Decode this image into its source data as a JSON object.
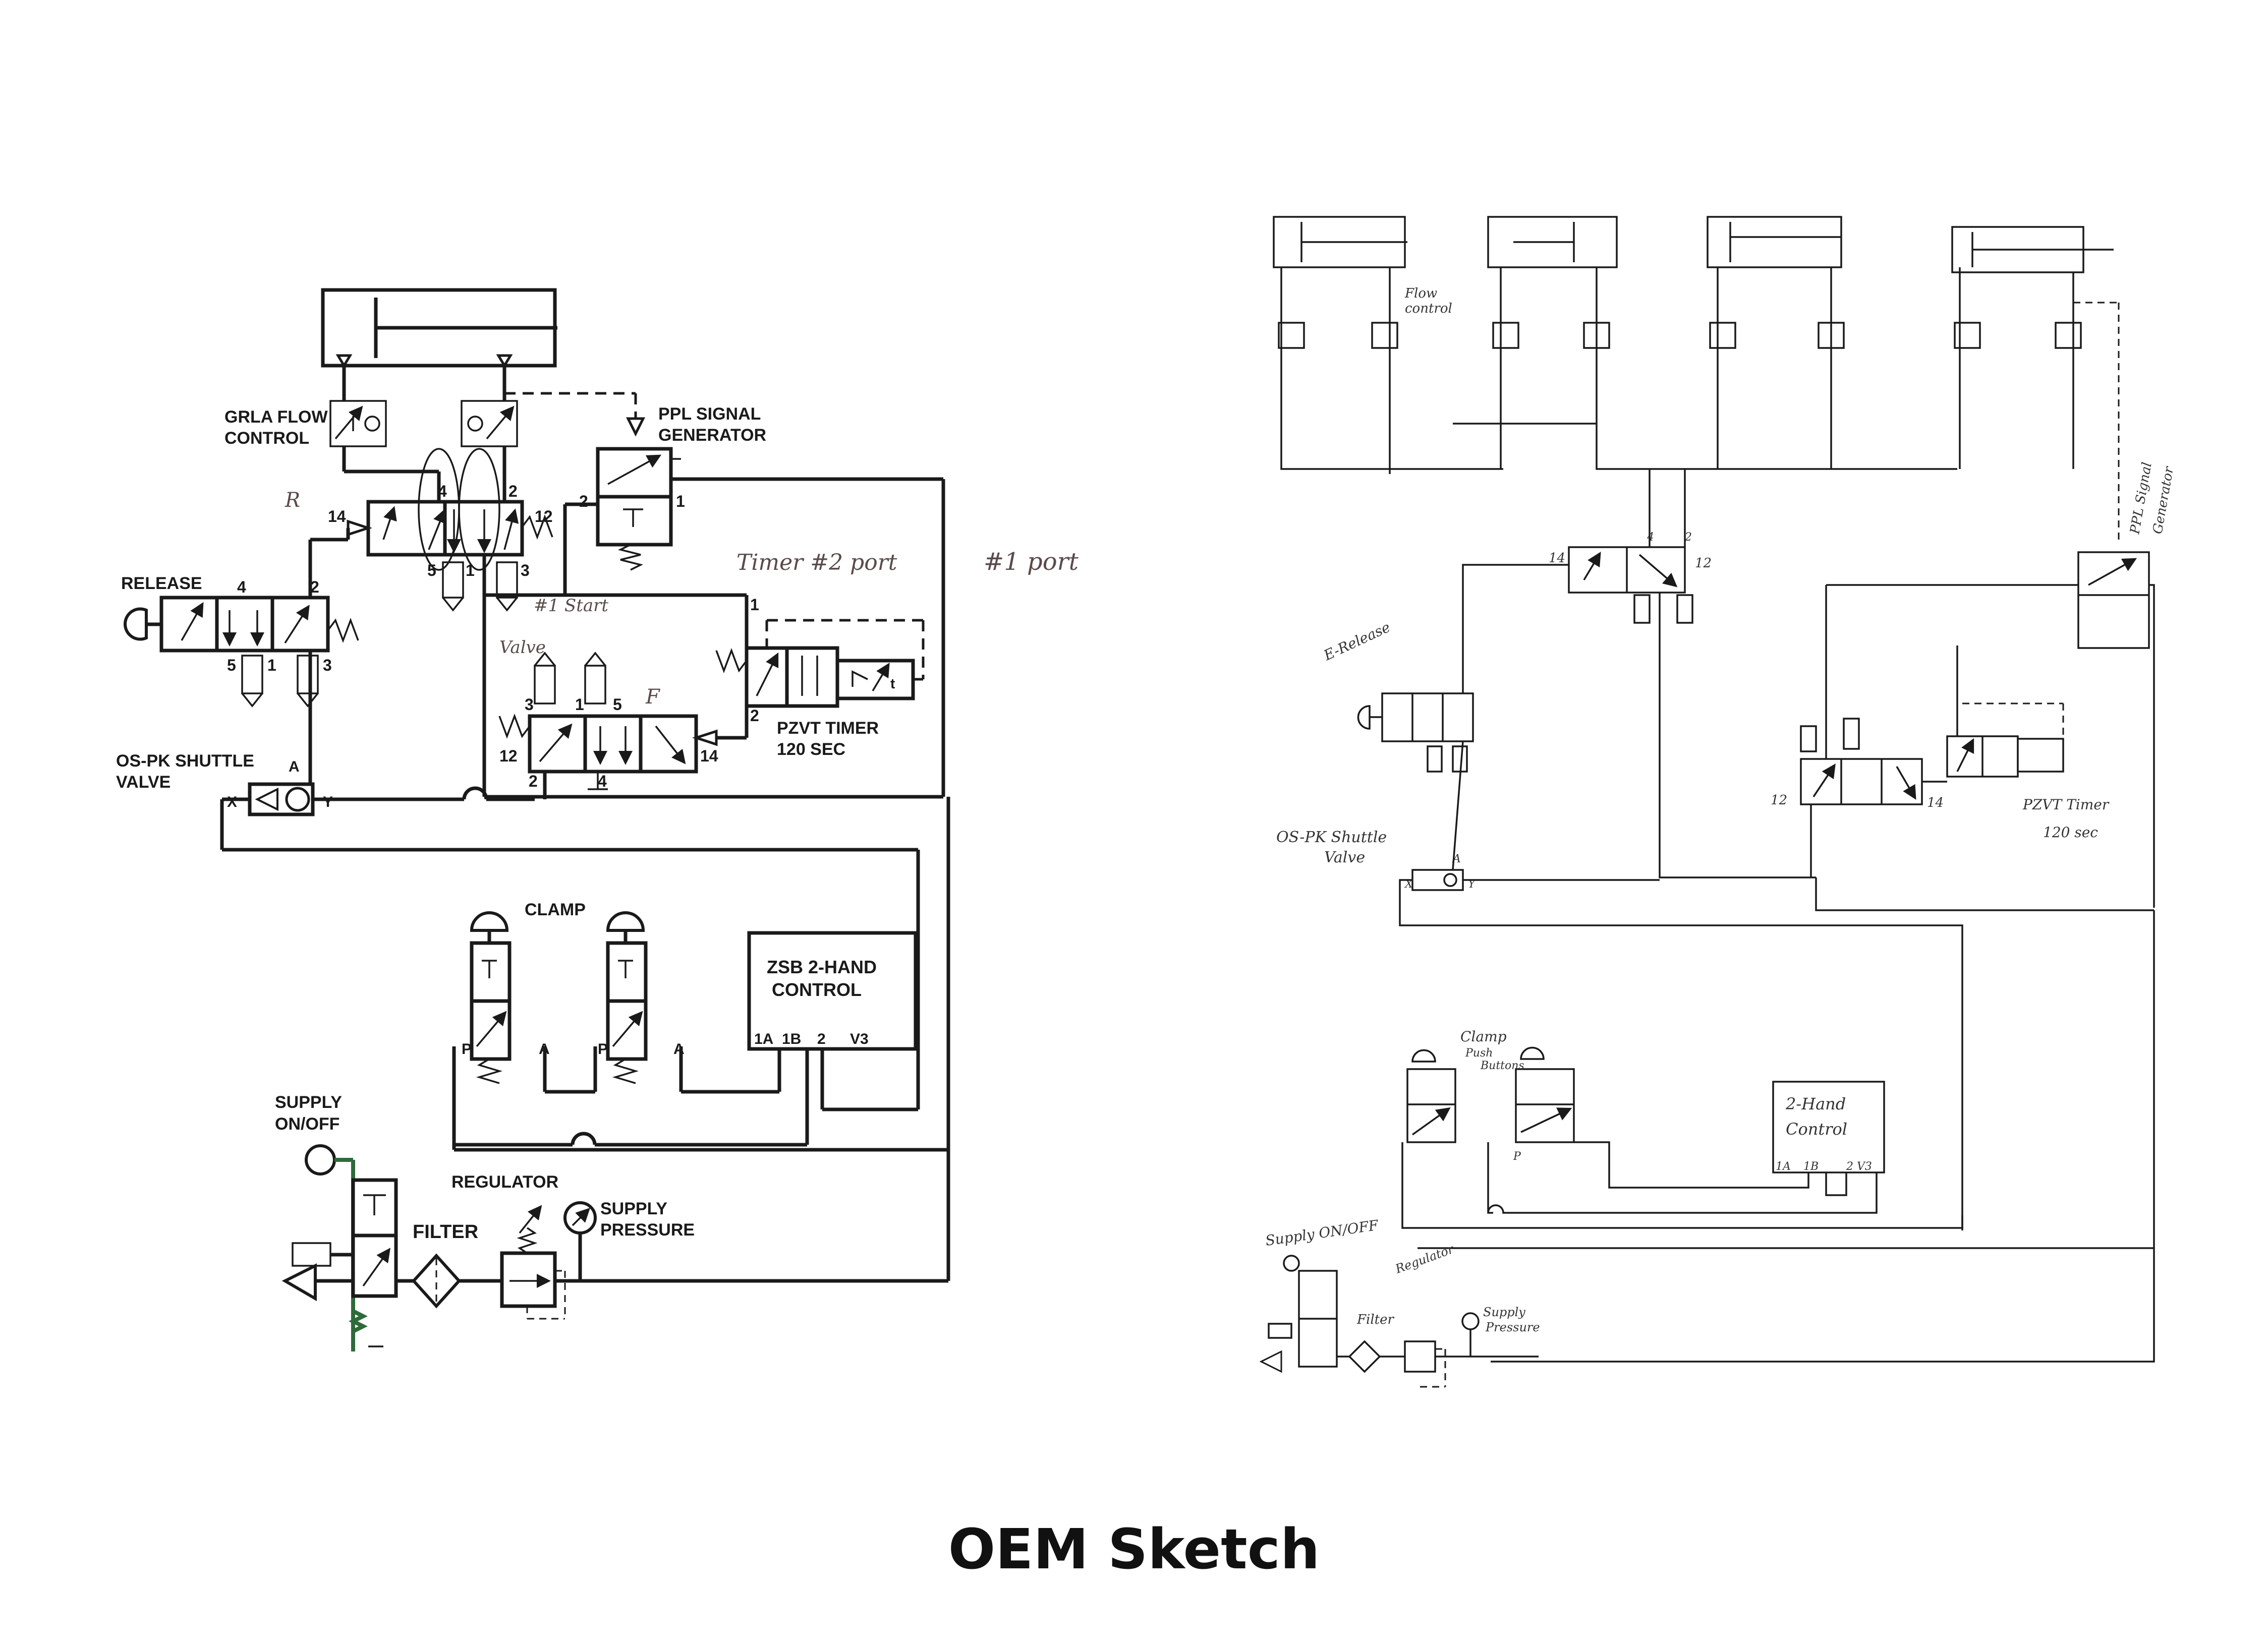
{
  "caption": "OEM Sketch",
  "printed": {
    "grla": [
      "GRLA FLOW",
      "CONTROL"
    ],
    "ppl": [
      "PPL SIGNAL",
      "GENERATOR"
    ],
    "release": "RELEASE",
    "shuttle": [
      "OS-PK SHUTTLE",
      "VALVE"
    ],
    "timer": [
      "PZVT TIMER",
      "120 SEC"
    ],
    "clamp": "CLAMP",
    "twohand": [
      "ZSB 2-HAND",
      "CONTROL"
    ],
    "supply": [
      "SUPPLY",
      "ON/OFF"
    ],
    "filter": "FILTER",
    "regulator": "REGULATOR",
    "pressure": [
      "SUPPLY",
      "PRESSURE"
    ],
    "ports": {
      "p14": "14",
      "p4": "4",
      "p2": "2",
      "p12": "12",
      "p5": "5",
      "p1": "1",
      "p3": "3",
      "a": "A",
      "x": "X",
      "y": "Y",
      "p": "P",
      "p1a": "1A",
      "p1b": "1B",
      "pv3": "V3",
      "t": "t"
    }
  },
  "annotations": {
    "r": "R",
    "f": "F",
    "timer2": "Timer #2 port",
    "port1": "#1 port",
    "start": "#1 Start",
    "valve": "Valve"
  },
  "sketch": {
    "flow": [
      "Flow",
      "control"
    ],
    "ppl": [
      "PPL Signal",
      "Generator"
    ],
    "erelease": "E-Release",
    "shuttle": [
      "OS-PK Shuttle",
      "Valve"
    ],
    "timer": [
      "PZVT Timer",
      "120 sec"
    ],
    "clamp": [
      "Clamp",
      "Push",
      "Buttons"
    ],
    "twohand": [
      "2-Hand",
      "Control"
    ],
    "supply": "Supply ON/OFF",
    "filter": "Filter",
    "regulator": "Regulator",
    "pressure": [
      "Supply",
      "Pressure"
    ],
    "ports": {
      "p14": "14",
      "p12": "12",
      "p4": "4",
      "p2": "2",
      "a": "A",
      "x": "X",
      "y": "Y",
      "p1a": "1A",
      "p1b": "1B",
      "p2v3": "2 V3",
      "p": "P"
    }
  }
}
